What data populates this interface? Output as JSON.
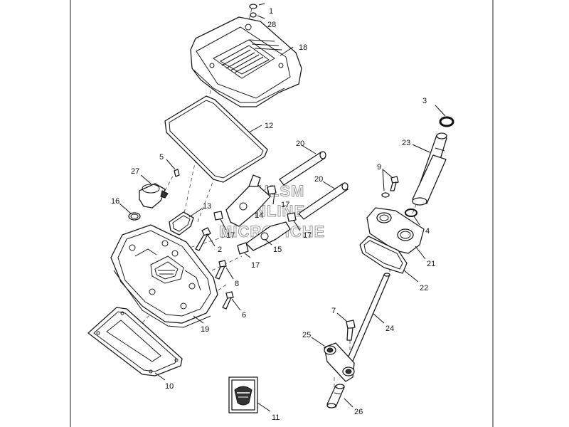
{
  "watermark": {
    "lines": [
      "HLSM",
      "ONLINE",
      "MICROFICHE"
    ]
  },
  "callouts": [
    {
      "id": "c1",
      "label": "1"
    },
    {
      "id": "c28",
      "label": "28"
    },
    {
      "id": "c18",
      "label": "18"
    },
    {
      "id": "c12",
      "label": "12"
    },
    {
      "id": "c3",
      "label": "3"
    },
    {
      "id": "c23",
      "label": "23"
    },
    {
      "id": "c20a",
      "label": "20"
    },
    {
      "id": "c20b",
      "label": "20"
    },
    {
      "id": "c5",
      "label": "5"
    },
    {
      "id": "c27",
      "label": "27"
    },
    {
      "id": "c9",
      "label": "9"
    },
    {
      "id": "c16",
      "label": "16"
    },
    {
      "id": "c13",
      "label": "13"
    },
    {
      "id": "c14",
      "label": "14"
    },
    {
      "id": "c17a",
      "label": "17"
    },
    {
      "id": "c17b",
      "label": "17"
    },
    {
      "id": "c17c",
      "label": "17"
    },
    {
      "id": "c17d",
      "label": "17"
    },
    {
      "id": "c4",
      "label": "4"
    },
    {
      "id": "c2",
      "label": "2"
    },
    {
      "id": "c15",
      "label": "15"
    },
    {
      "id": "c21",
      "label": "21"
    },
    {
      "id": "c8",
      "label": "8"
    },
    {
      "id": "c22",
      "label": "22"
    },
    {
      "id": "c6",
      "label": "6"
    },
    {
      "id": "c7",
      "label": "7"
    },
    {
      "id": "c19",
      "label": "19"
    },
    {
      "id": "c24",
      "label": "24"
    },
    {
      "id": "c25",
      "label": "25"
    },
    {
      "id": "c10",
      "label": "10"
    },
    {
      "id": "c11",
      "label": "11"
    },
    {
      "id": "c26",
      "label": "26"
    }
  ]
}
